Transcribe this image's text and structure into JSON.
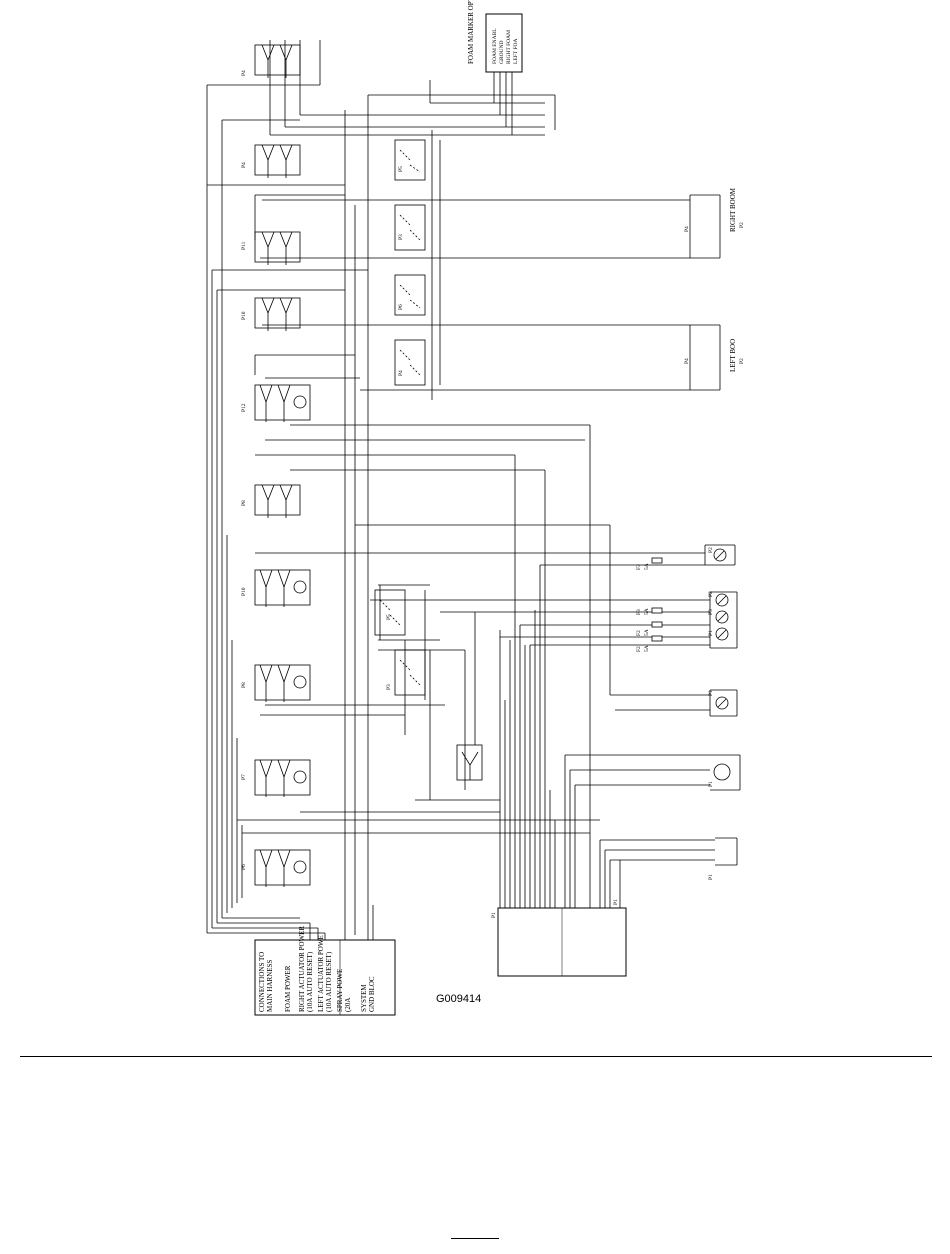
{
  "figure": {
    "id_label": "G009414"
  },
  "foam_marker_box": {
    "title": "FOAM MARKER OPTION",
    "lines": [
      "FOAM ENABL",
      "GROUND",
      "RIGHT FOAM",
      "LEFT FOA"
    ]
  },
  "connection_box": {
    "lines": [
      "CONNECTIONS TO",
      "MAIN HARNESS",
      "FOAM POWER",
      "RIGHT ACTUATOR POWER",
      "(10A AUTO RESET)",
      "LEFT ACTUATOR POWE",
      "(10A AUTO RESET)",
      "SPRAY POWE",
      "(20A",
      "SYSTEM",
      "GND BLOC"
    ]
  },
  "boom_labels": {
    "right_boom": "RIGHT BOOM",
    "left_boom": "LEFT BOO"
  },
  "connectors": {
    "p1": "P1",
    "p2": "P2",
    "p3": "P3",
    "p4": "P4",
    "p5": "P5",
    "p6": "P6",
    "p7": "P7",
    "p8": "P8",
    "p9": "P9",
    "p10": "P10",
    "p11": "P11",
    "p12": "P12"
  },
  "fuse_labels": {
    "f1": "F1",
    "f2": "F2",
    "f3": "F3",
    "a5": "5A"
  }
}
